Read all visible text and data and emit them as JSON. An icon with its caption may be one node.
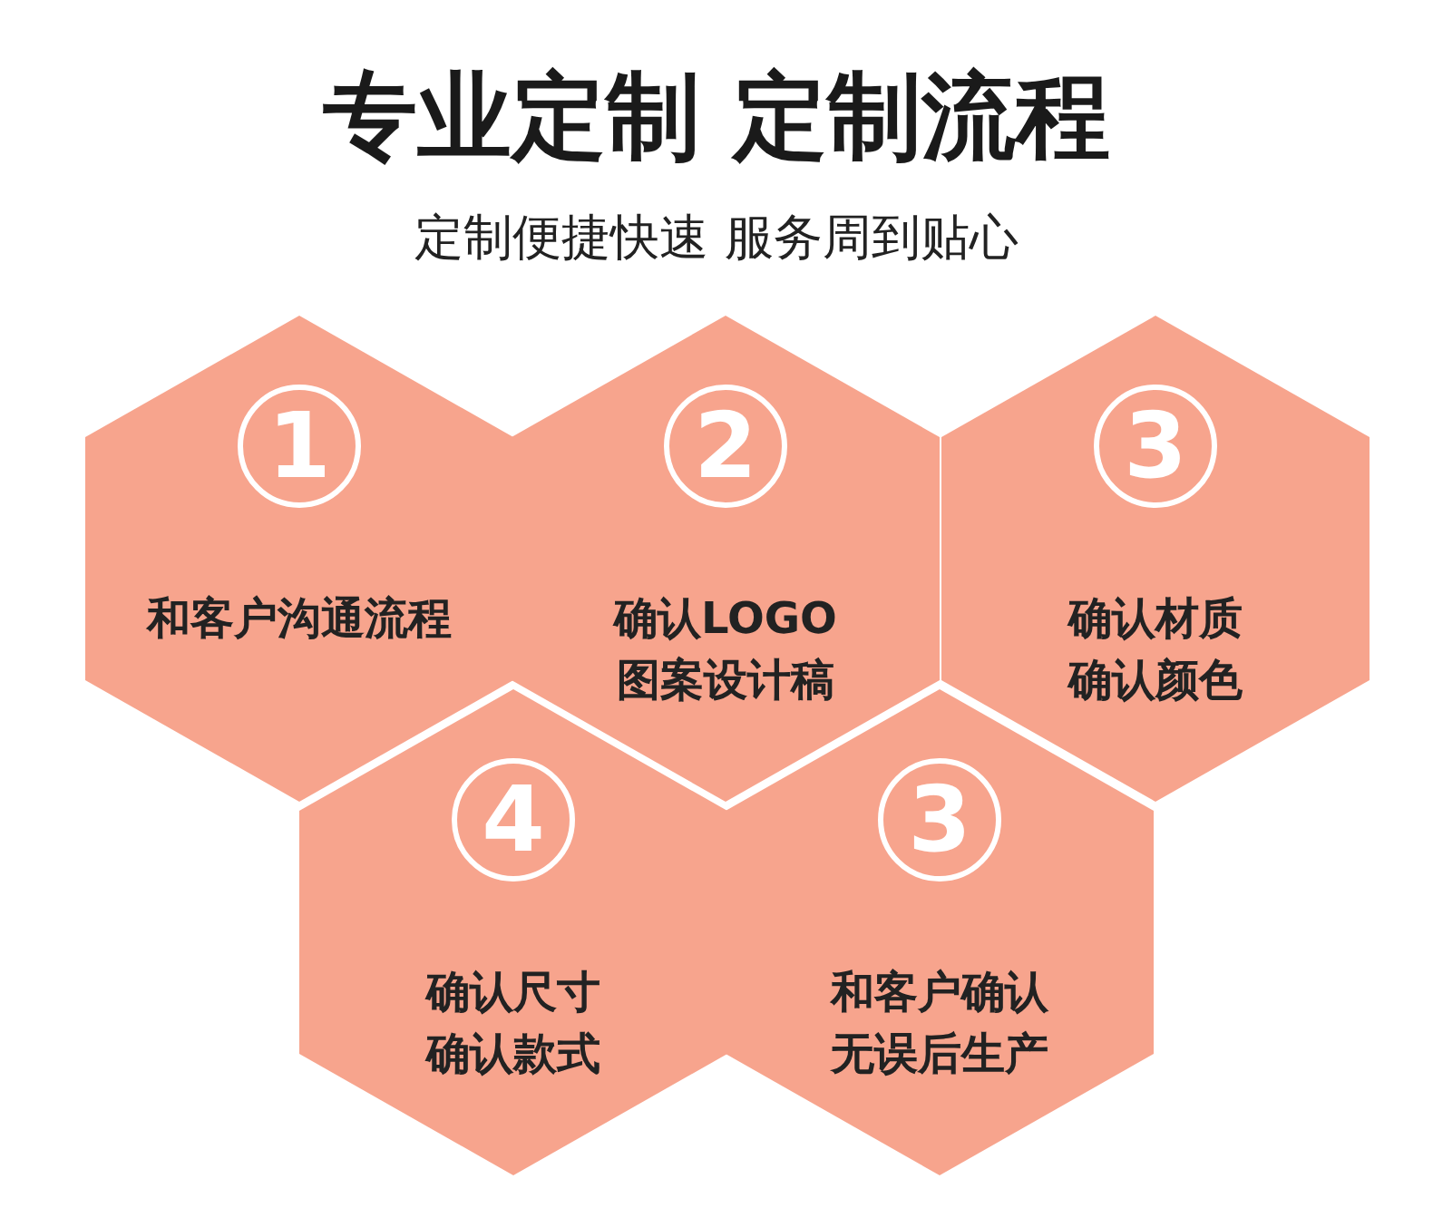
{
  "diagram": {
    "title": "专业定制 定制流程",
    "nodes": [
      {
        "text": [
          "1",
          "和客户沟通流程"
        ]
      },
      {
        "text": [
          "2",
          "确认LOGO图案设计稿"
        ]
      },
      {
        "text": [
          "3",
          "确认材质确认颜色"
        ]
      },
      {
        "text": [
          "4",
          "确认尺寸确认款式"
        ]
      },
      {
        "text": [
          "3",
          "和客户确认无误后生产"
        ]
      }
    ],
    "labels": [
      "定制便捷快速 服务周到贴心"
    ]
  }
}
